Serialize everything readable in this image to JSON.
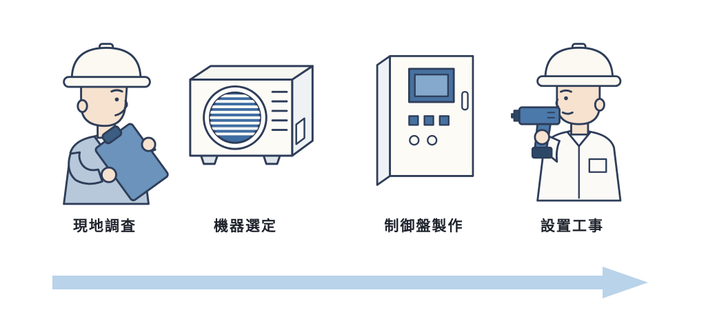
{
  "diagram": {
    "steps": [
      {
        "label": "現地調査",
        "icon": "worker-with-clipboard-illustration"
      },
      {
        "label": "機器選定",
        "icon": "outdoor-ac-unit-illustration"
      },
      {
        "label": "制御盤製作",
        "icon": "control-panel-illustration"
      },
      {
        "label": "設置工事",
        "icon": "worker-with-drill-illustration"
      }
    ],
    "arrow": {
      "direction": "right",
      "color": "#b9d3ea"
    },
    "colors": {
      "outline": "#2e3d59",
      "accent_blue": "#4b79aa",
      "panel_screen_blue": "#47719f",
      "fan_blue": "#3f6da3",
      "shirt_light_blue": "#b6c8da",
      "skin": "#f6e2cf",
      "white_warm": "#fcfbf6",
      "background": "#ffffff"
    }
  }
}
